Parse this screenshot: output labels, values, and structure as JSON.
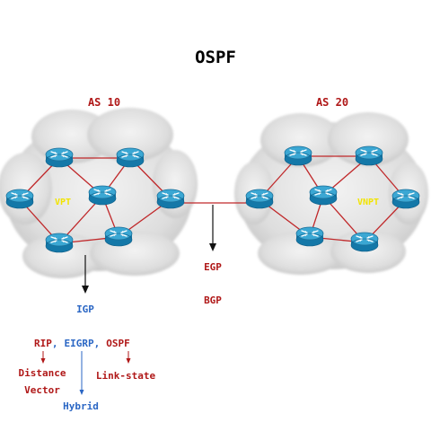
{
  "title": "OSPF",
  "as_left": {
    "label": "AS 10",
    "inner_label": "VPT"
  },
  "as_right": {
    "label": "AS 20",
    "inner_label": "VNPT"
  },
  "links": {
    "egp": "EGP",
    "bgp": "BGP",
    "igp": "IGP"
  },
  "protocols": {
    "rip": "RIP",
    "sep1": ",",
    "eigrp": "EIGRP",
    "sep2": ",",
    "ospf": "OSPF",
    "distance": "Distance",
    "vector": "Vector",
    "hybrid": "Hybrid",
    "link_state": "Link-state"
  },
  "colors": {
    "title": "#000000",
    "red_text": "#b01818",
    "blue_text": "#2a66c4",
    "link_line": "#c0282a",
    "router_top": "#3ba7d3",
    "router_side": "#1478a8",
    "cloud": "#d9d9d9",
    "inner_label": "#f2e400"
  },
  "icons": [
    "cloud",
    "router-icon",
    "down-arrow-icon"
  ]
}
